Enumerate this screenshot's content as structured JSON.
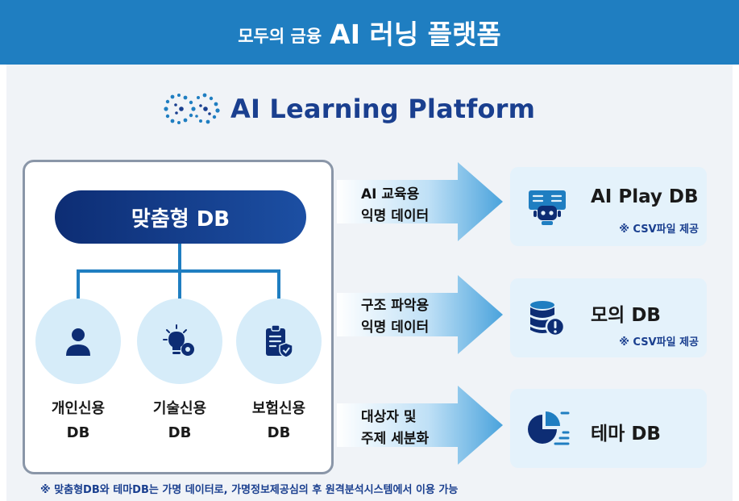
{
  "header": {
    "prefix": "모두의 금융",
    "title": "AI 러닝 플랫폼"
  },
  "brand": {
    "text": "AI Learning Platform",
    "icon": "dotted-circles-logo"
  },
  "left_panel": {
    "pill_label": "맞춤형 DB",
    "categories": [
      {
        "line1": "개인신용",
        "line2": "DB",
        "icon": "person-icon"
      },
      {
        "line1": "기술신용",
        "line2": "DB",
        "icon": "lightbulb-gear-icon"
      },
      {
        "line1": "보험신용",
        "line2": "DB",
        "icon": "clipboard-shield-icon"
      }
    ]
  },
  "flows": [
    {
      "line1": "AI 교육용",
      "line2": "익명 데이터",
      "target": "AI Play DB",
      "note": "※ CSV파일 제공",
      "icon": "robot-board-icon"
    },
    {
      "line1": "구조 파악용",
      "line2": "익명 데이터",
      "target": "모의 DB",
      "note": "※ CSV파일 제공",
      "icon": "database-alert-icon"
    },
    {
      "line1": "대상자 및",
      "line2": "주제 세분화",
      "target": "테마 DB",
      "note": "",
      "icon": "pie-list-icon"
    }
  ],
  "footnote": "※ 맞춤형DB와 테마DB는 가명 데이터로,  가명정보제공심의 후 원격분석시스템에서 이용 가능",
  "colors": {
    "header": "#1f7ec1",
    "navy": "#1a3f8f",
    "circle": "#d6ecf9",
    "card": "#e4f2fb",
    "connector": "#1f7ec1"
  }
}
